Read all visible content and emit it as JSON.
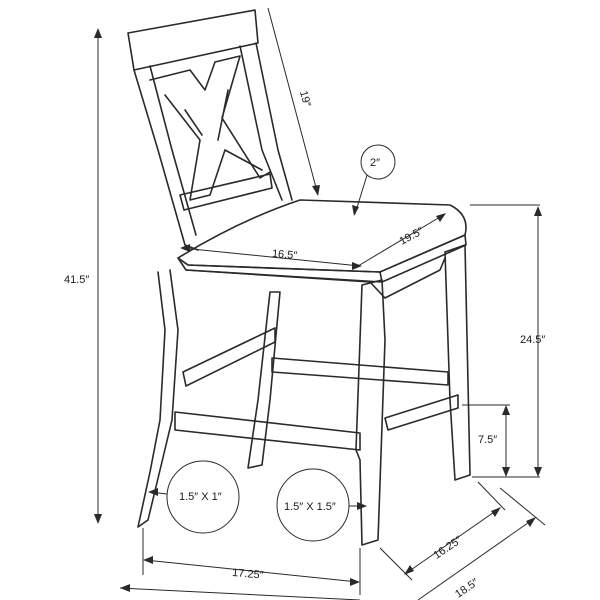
{
  "labels": {
    "total_height": "41.5″",
    "back_height": "19″",
    "seat_thickness": "2″",
    "seat_width": "16.5″",
    "seat_depth": "19.5″",
    "seat_height": "24.5″",
    "footrest_height": "7.5″",
    "front_leg_size": "1.5″ X 1″",
    "back_leg_size": "1.5″ X 1.5″",
    "base_width": "17.25″",
    "base_depth": "16.25″",
    "overall_depth": "18.5″"
  }
}
